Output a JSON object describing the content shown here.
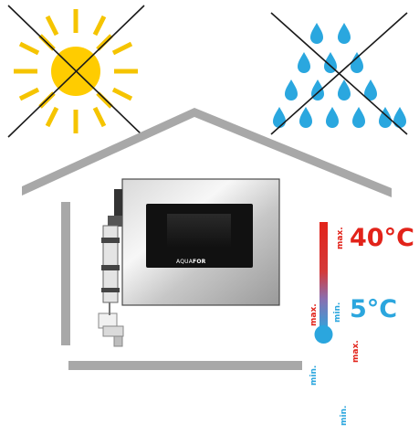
{
  "device": {
    "brand_prefix": "AQUA",
    "brand_suffix": "FOR"
  },
  "thermometer": {
    "max_label": "max.",
    "max_value": "40°C",
    "min_label": "min.",
    "min_value": "5°C",
    "side_labels": [
      "max.",
      "min.",
      "max.",
      "min."
    ]
  },
  "colors": {
    "house": "#a8a8a8",
    "sun": "#ffcc00",
    "sun_ray": "#f5c400",
    "cross": "#1a1a1a",
    "drop": "#2aa7df",
    "hot": "#e2231a",
    "cold": "#2ba6de"
  },
  "icons": [
    "sun-icon",
    "no-sun-cross-icon",
    "rain-icon",
    "no-rain-cross-icon",
    "thermometer-icon"
  ]
}
